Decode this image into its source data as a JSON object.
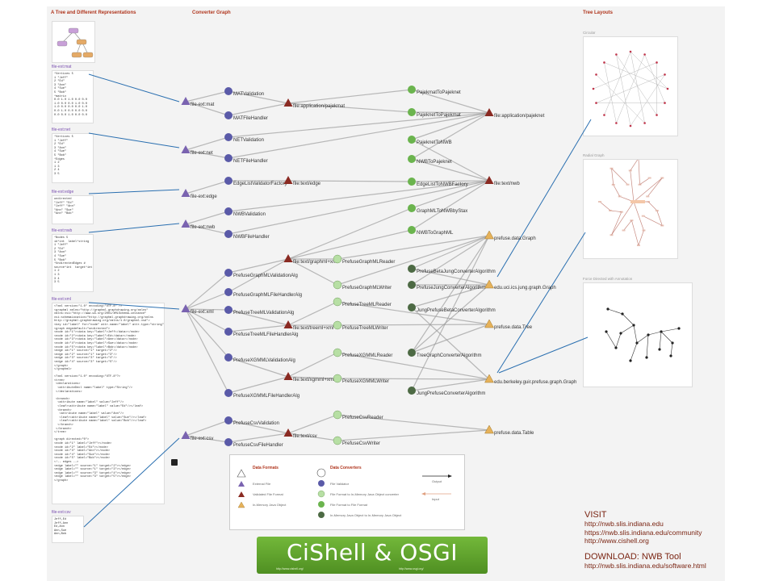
{
  "sections": {
    "tree": "A Tree and Different Representations",
    "converter": "Converter Graph",
    "layouts": "Tree Layouts"
  },
  "formats": [
    {
      "id": "mat",
      "label": "file-ext:mat",
      "content": "*Vertices 5\n1 \"Jeff\"\n2 \"Ed\"\n3 \"Ann\"\n4 \"Sue\"\n5 \"Bob\"\n*matrix\n0.0 1.0 1.0 0.0 0.0\n1.0 0.0 0.0 1.0 0.0\n1.0 0.0 0.0 0.0 1.0\n0.0 1.0 0.0 0.0 0.0\n0.0 0.0 1.0 0.0 0.0"
    },
    {
      "id": "net",
      "label": "file-ext:net",
      "content": "*Vertices 5\n1 \"Jeff\"\n2 \"Ed\"\n3 \"Ann\"\n4 \"Sue\"\n5 \"Bob\"\n*Edges\n1 2\n1 3\n2 4\n3 5"
    },
    {
      "id": "edge",
      "label": "file-ext:edge",
      "content": "undirected\n\"Jeff\" \"Ed\"\n\"Jeff\" \"Ann\"\n\"Ann\" \"Sue\"\n\"Ann\" \"Bob\""
    },
    {
      "id": "nwb",
      "label": "file-ext:nwb",
      "content": "*Nodes 5\nid*int  label*string\n1 \"Jeff\"\n2 \"Ed\"\n3 \"Ann\"\n4 \"Sue\"\n5 \"Bob\"\n*UndirectedEdges #\nsource*int  target*int\n1 2\n1 3\n3 4\n3 5"
    },
    {
      "id": "xml",
      "label": "file-ext:xml",
      "content": "<?xml version=\"1.0\" encoding=\"UTF-8\" ?>\n<graphml xmlns=\"http://graphml.graphdrawing.org/xmlns\"\nxmlns:xsi=\"http://www.w3.org/2001/XMLSchema-instance\"\nxsi:schemaLocation=\"http://graphml.graphdrawing.org/xmlns\nhttp://graphml.graphdrawing.org/xmlns/1.0/graphml.xsd\">\n<key id=\"label\" for=\"node\" attr.name=\"label\" attr.type=\"string\" />\n<graph edgedefault=\"undirected\">\n<node id=\"1\"><data key=\"label\">Jeff</data></node>\n<node id=\"2\"><data key=\"label\">Ed</data></node>\n<node id=\"3\"><data key=\"label\">Ann</data></node>\n<node id=\"4\"><data key=\"label\">Sue</data></node>\n<node id=\"5\"><data key=\"label\">Bob</data></node>\n<edge id=\"1\" source=\"1\" target=\"2\"/>\n<edge id=\"2\" source=\"1\" target=\"3\"/>\n<edge id=\"3\" source=\"3\" target=\"4\"/>\n<edge id=\"4\" source=\"3\" target=\"5\"/>\n</graph>\n</graphml>\n\n<?xml version=\"1.0\" encoding=\"UTF-8\"?>\n<tree>\n <declarations>\n  <attributeDecl name=\"label\" type=\"String\"/>\n </declarations>\n\n <branch>\n  <attribute name=\"label\" value=\"Jeff\"/>\n  <leaf><attribute name=\"label\" value=\"Ed\"/></leaf>\n  <branch>\n   <attribute name=\"label\" value=\"Ann\"/>\n   <leaf><attribute name=\"label\" value=\"Sue\"/></leaf>\n   <leaf><attribute name=\"label\" value=\"Bob\"/></leaf>\n  </branch>\n </branch>\n</tree>\n\n<graph directed=\"0\">\n<node id=\"1\" label=\"Jeff\"></node>\n<node id=\"2\" label=\"Ed\"></node>\n<node id=\"3\" label=\"Ann\"></node>\n<node id=\"4\" label=\"Sue\"></node>\n<node id=\"5\" label=\"Bob\"></node>\n<!-- edges -->\n<edge label=\"\" source=\"1\" target=\"2\"></edge>\n<edge label=\"\" source=\"1\" target=\"3\"></edge>\n<edge label=\"\" source=\"3\" target=\"4\"></edge>\n<edge label=\"\" source=\"3\" target=\"5\"></edge>\n</graph>"
    },
    {
      "id": "csv",
      "label": "file-ext:csv",
      "content": "Jeff,Ed\nJeff,Ann\nEd,Ann\nAnn,Sue\nAnn,Bob"
    }
  ],
  "layouts": [
    {
      "id": "circular",
      "title": "Circular"
    },
    {
      "id": "radial",
      "title": "Radial Graph"
    },
    {
      "id": "force",
      "title": "Force Directed with Annotation"
    }
  ],
  "graph": {
    "colors": {
      "external": "#7a63b0",
      "validated": "#8a2a22",
      "inmemory": "#e6b25a",
      "validator": "#5a5aa8",
      "fmt2mem": "#b7dfa4",
      "fmt2fmt": "#6bb44e",
      "mem2mem": "#4d6a44",
      "edge": "#9c9c9c"
    },
    "nodes": [
      {
        "id": "ext_mat",
        "label": "file-ext:mat",
        "type": "external"
      },
      {
        "id": "ext_net",
        "label": "file-ext:net",
        "type": "external"
      },
      {
        "id": "ext_edge",
        "label": "file-ext:edge",
        "type": "external"
      },
      {
        "id": "ext_nwb",
        "label": "file-ext:nwb",
        "type": "external"
      },
      {
        "id": "ext_xml",
        "label": "file-ext:xml",
        "type": "external"
      },
      {
        "id": "ext_csv",
        "label": "file-ext:csv",
        "type": "external"
      },
      {
        "id": "mat_val",
        "label": "MATValidation",
        "type": "validator"
      },
      {
        "id": "mat_fh",
        "label": "MATFileHandler",
        "type": "validator"
      },
      {
        "id": "net_val",
        "label": "NETValidation",
        "type": "validator"
      },
      {
        "id": "net_fh",
        "label": "NETFileHandler",
        "type": "validator"
      },
      {
        "id": "edge_val",
        "label": "EdgeListValidatorFactory",
        "type": "validator"
      },
      {
        "id": "nwb_val",
        "label": "NWBValidation",
        "type": "validator"
      },
      {
        "id": "nwb_fh",
        "label": "NWBFileHandler",
        "type": "validator"
      },
      {
        "id": "pg_val",
        "label": "PrefuseGraphMLValidationAlg",
        "type": "validator"
      },
      {
        "id": "pg_fh",
        "label": "PrefuseGraphMLFileHandlerAlg",
        "type": "validator"
      },
      {
        "id": "pt_val",
        "label": "PrefuseTreeMLValidationAlg",
        "type": "validator"
      },
      {
        "id": "pt_fh",
        "label": "PrefuseTreeMLFileHandlerAlg",
        "type": "validator"
      },
      {
        "id": "px_val",
        "label": "PrefuseXGMMLValidationAlg",
        "type": "validator"
      },
      {
        "id": "px_fh",
        "label": "PrefuseXGMMLFileHandlerAlg",
        "type": "validator"
      },
      {
        "id": "csv_val",
        "label": "PrefuseCsvValidation",
        "type": "validator"
      },
      {
        "id": "csv_fh",
        "label": "PrefuseCsvFileHandler",
        "type": "validator"
      },
      {
        "id": "f_pajekmat",
        "label": "file:application/pajekmat",
        "type": "validated"
      },
      {
        "id": "f_edge",
        "label": "file:text/edge",
        "type": "validated"
      },
      {
        "id": "f_graphml",
        "label": "file:text/graphml+xml",
        "type": "validated"
      },
      {
        "id": "f_treeml",
        "label": "file:text/treeml+xml",
        "type": "validated"
      },
      {
        "id": "f_xgmml",
        "label": "file:text/xgmml+xml",
        "type": "validated"
      },
      {
        "id": "f_csv",
        "label": "file:text/csv",
        "type": "validated"
      },
      {
        "id": "pg_reader",
        "label": "PrefuseGraphMLReader",
        "type": "fmt2mem"
      },
      {
        "id": "pg_writer",
        "label": "PrefuseGraphMLWriter",
        "type": "fmt2mem"
      },
      {
        "id": "pt_reader",
        "label": "PrefuseTreeMLReader",
        "type": "fmt2mem"
      },
      {
        "id": "pt_writer",
        "label": "PrefuseTreeMLWriter",
        "type": "fmt2mem"
      },
      {
        "id": "px_reader",
        "label": "PrefuseXGMMLReader",
        "type": "fmt2mem"
      },
      {
        "id": "px_writer",
        "label": "PrefuseXGMMLWriter",
        "type": "fmt2mem"
      },
      {
        "id": "csv_reader",
        "label": "PrefuseCsvReader",
        "type": "fmt2mem"
      },
      {
        "id": "csv_writer",
        "label": "PrefuseCsvWriter",
        "type": "fmt2mem"
      },
      {
        "id": "pajekmat_to_pajeknet",
        "label": "PajekmatToPajeknet",
        "type": "fmt2fmt"
      },
      {
        "id": "pajeknet_to_pajekmat",
        "label": "PajeknetToPajekmat",
        "type": "fmt2fmt"
      },
      {
        "id": "pajeknet_to_nwb",
        "label": "PajeknetToNWB",
        "type": "fmt2fmt"
      },
      {
        "id": "nwb_to_pajeknet",
        "label": "NWBToPajeknet",
        "type": "fmt2fmt"
      },
      {
        "id": "edgelist_to_nwb",
        "label": "EdgeListToNWBFactory",
        "type": "fmt2fmt"
      },
      {
        "id": "graphml_to_nwb",
        "label": "GraphMLToNWBbyStax",
        "type": "fmt2fmt"
      },
      {
        "id": "nwb_to_graphml",
        "label": "NWBToGraphML",
        "type": "fmt2fmt"
      },
      {
        "id": "pbj",
        "label": "PrefuseBetaJungConverterAlgorithm",
        "type": "mem2mem"
      },
      {
        "id": "pjc",
        "label": "PrefuseJungConverterAlgorithm",
        "type": "mem2mem"
      },
      {
        "id": "jpb",
        "label": "JungPrefuseBetaConverterAlgorithm",
        "type": "mem2mem"
      },
      {
        "id": "tgc",
        "label": "TreeGraphConverterAlgorithm",
        "type": "mem2mem"
      },
      {
        "id": "jpc",
        "label": "JungPrefuseConverterAlgorithm",
        "type": "mem2mem"
      },
      {
        "id": "f_pajeknet",
        "label": "file:application/pajeknet",
        "type": "validated"
      },
      {
        "id": "f_nwb",
        "label": "file:text/nwb",
        "type": "validated"
      },
      {
        "id": "m_prefuse_graph",
        "label": "prefuse.data.Graph",
        "type": "inmemory"
      },
      {
        "id": "m_jung",
        "label": "edu.uci.ics.jung.graph.Graph",
        "type": "inmemory"
      },
      {
        "id": "m_prefuse_tree",
        "label": "prefuse.data.Tree",
        "type": "inmemory"
      },
      {
        "id": "m_berkeley",
        "label": "edu.berkeley.guir.prefuse.graph.Graph",
        "type": "inmemory"
      },
      {
        "id": "m_table",
        "label": "prefuse.data.Table",
        "type": "inmemory"
      }
    ],
    "edges": [
      [
        "ext_mat",
        "mat_val"
      ],
      [
        "ext_mat",
        "mat_fh"
      ],
      [
        "mat_val",
        "f_pajekmat"
      ],
      [
        "mat_fh",
        "f_pajekmat"
      ],
      [
        "f_pajekmat",
        "pajekmat_to_pajeknet"
      ],
      [
        "pajekmat_to_pajeknet",
        "f_pajeknet"
      ],
      [
        "f_pajeknet",
        "pajeknet_to_pajekmat"
      ],
      [
        "pajeknet_to_pajekmat",
        "f_pajekmat"
      ],
      [
        "ext_net",
        "net_val"
      ],
      [
        "ext_net",
        "net_fh"
      ],
      [
        "net_val",
        "f_pajeknet"
      ],
      [
        "net_fh",
        "f_pajeknet"
      ],
      [
        "f_pajeknet",
        "pajeknet_to_nwb"
      ],
      [
        "pajeknet_to_nwb",
        "f_nwb"
      ],
      [
        "f_nwb",
        "nwb_to_pajeknet"
      ],
      [
        "nwb_to_pajeknet",
        "f_pajeknet"
      ],
      [
        "ext_edge",
        "edge_val"
      ],
      [
        "edge_val",
        "f_edge"
      ],
      [
        "f_edge",
        "edgelist_to_nwb"
      ],
      [
        "edgelist_to_nwb",
        "f_nwb"
      ],
      [
        "ext_nwb",
        "nwb_val"
      ],
      [
        "ext_nwb",
        "nwb_fh"
      ],
      [
        "nwb_val",
        "f_nwb"
      ],
      [
        "nwb_fh",
        "f_nwb"
      ],
      [
        "f_nwb",
        "nwb_to_graphml"
      ],
      [
        "nwb_to_graphml",
        "f_graphml"
      ],
      [
        "f_graphml",
        "graphml_to_nwb"
      ],
      [
        "graphml_to_nwb",
        "f_nwb"
      ],
      [
        "ext_xml",
        "pg_val"
      ],
      [
        "ext_xml",
        "pg_fh"
      ],
      [
        "ext_xml",
        "pt_val"
      ],
      [
        "ext_xml",
        "pt_fh"
      ],
      [
        "ext_xml",
        "px_val"
      ],
      [
        "ext_xml",
        "px_fh"
      ],
      [
        "pg_val",
        "f_graphml"
      ],
      [
        "pg_fh",
        "f_graphml"
      ],
      [
        "pt_val",
        "f_treeml"
      ],
      [
        "pt_fh",
        "f_treeml"
      ],
      [
        "px_val",
        "f_xgmml"
      ],
      [
        "px_fh",
        "f_xgmml"
      ],
      [
        "f_graphml",
        "pg_reader"
      ],
      [
        "pg_reader",
        "m_prefuse_graph"
      ],
      [
        "m_prefuse_graph",
        "pg_writer"
      ],
      [
        "pg_writer",
        "f_graphml"
      ],
      [
        "f_treeml",
        "pt_reader"
      ],
      [
        "pt_reader",
        "m_prefuse_tree"
      ],
      [
        "m_prefuse_tree",
        "pt_writer"
      ],
      [
        "pt_writer",
        "f_treeml"
      ],
      [
        "f_xgmml",
        "px_reader"
      ],
      [
        "px_reader",
        "m_berkeley"
      ],
      [
        "m_berkeley",
        "px_writer"
      ],
      [
        "px_writer",
        "f_xgmml"
      ],
      [
        "m_prefuse_graph",
        "pbj"
      ],
      [
        "pbj",
        "m_jung"
      ],
      [
        "m_jung",
        "pjc"
      ],
      [
        "pjc",
        "m_prefuse_graph"
      ],
      [
        "m_jung",
        "jpb"
      ],
      [
        "jpb",
        "m_berkeley"
      ],
      [
        "m_prefuse_tree",
        "tgc"
      ],
      [
        "tgc",
        "m_prefuse_graph"
      ],
      [
        "m_prefuse_graph",
        "jpc"
      ],
      [
        "jpc",
        "m_berkeley"
      ],
      [
        "m_jung",
        "tgc"
      ],
      [
        "ext_csv",
        "csv_val"
      ],
      [
        "ext_csv",
        "csv_fh"
      ],
      [
        "csv_val",
        "f_csv"
      ],
      [
        "csv_fh",
        "f_csv"
      ],
      [
        "f_csv",
        "csv_reader"
      ],
      [
        "csv_reader",
        "m_table"
      ],
      [
        "m_table",
        "csv_writer"
      ],
      [
        "csv_writer",
        "f_csv"
      ]
    ]
  },
  "legend": {
    "formats_title": "Data Formats",
    "converters_title": "Data Converters",
    "formats": [
      "External File",
      "Validated File Format",
      "In-Memory Java Object"
    ],
    "converters": [
      "File Validator",
      "File Format to In-Memory Java Object converter",
      "File Format to File Format",
      "In-Memory Java Object to In-Memory Java Object"
    ],
    "output": "Output",
    "input": "Input"
  },
  "visit": {
    "heading": "VISIT",
    "links": [
      "http://nwb.slis.indiana.edu",
      "https://nwb.slis.indiana.edu/community",
      "http://www.cishell.org"
    ],
    "download_heading": "DOWNLOAD: NWB Tool",
    "download_link": "http://nwb.slis.indiana.edu/software.html"
  },
  "banner": {
    "title": "CiShell & OSGI",
    "url_left": "http://www.cishell.org/",
    "url_right": "http://www.osgi.org/"
  }
}
